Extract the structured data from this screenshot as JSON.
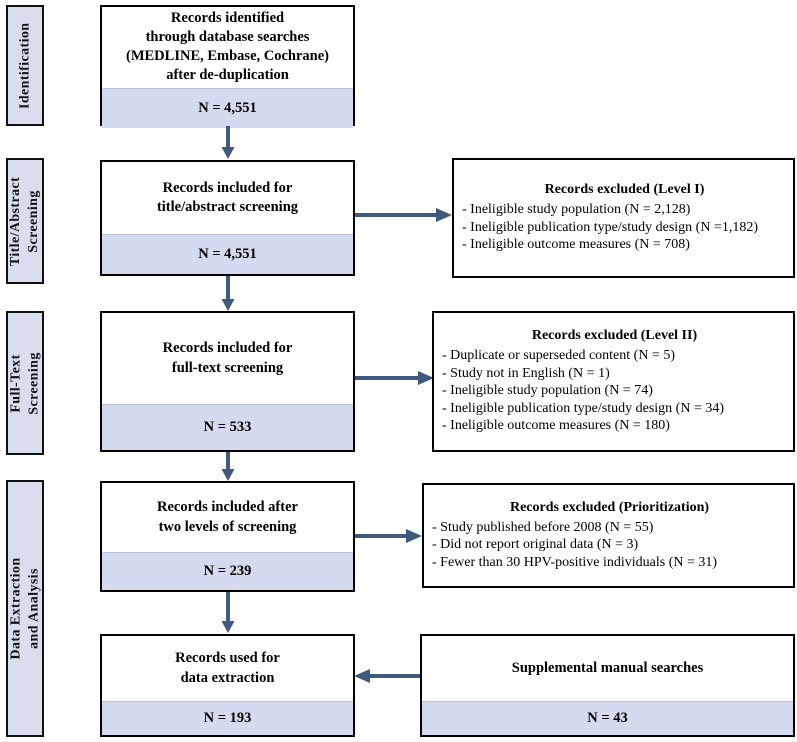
{
  "figure": {
    "type": "prisma-flow-diagram",
    "accent_arrow_color": "#3f5a7d",
    "box_fill": "#ffffff",
    "count_band_fill": "#d5dbef",
    "stage_fill": "#d9dded",
    "border_color": "#000000"
  },
  "stages": [
    {
      "id": "identification",
      "label": "Identification"
    },
    {
      "id": "title-abstract-screening",
      "label": "Title/Abstract\nScreening"
    },
    {
      "id": "full-text-screening",
      "label": "Full-Text\nScreening"
    },
    {
      "id": "data-extraction-analysis",
      "label": "Data Extraction\nand Analysis"
    }
  ],
  "flow_boxes": [
    {
      "id": "records-identified",
      "text": "Records identified\nthrough database searches\n(MEDLINE, Embase, Cochrane)\nafter de-duplication",
      "count": "N = 4,551"
    },
    {
      "id": "records-title-abstract",
      "text": "Records included for\ntitle/abstract screening",
      "count": "N = 4,551"
    },
    {
      "id": "records-full-text",
      "text": "Records included for\nfull-text screening",
      "count": "N = 533"
    },
    {
      "id": "records-after-two-levels",
      "text": "Records included after\ntwo levels of screening",
      "count": "N = 239"
    },
    {
      "id": "records-data-extraction",
      "text": "Records used for\ndata extraction",
      "count": "N = 193"
    },
    {
      "id": "supplemental-manual-searches",
      "text": "Supplemental manual searches",
      "count": "N = 43"
    }
  ],
  "exclusion_boxes": [
    {
      "id": "excluded-level-1",
      "title": "Records excluded (Level I)",
      "items": [
        "- Ineligible study population (N = 2,128)",
        "- Ineligible publication type/study design (N =1,182)",
        "- Ineligible outcome measures (N = 708)"
      ]
    },
    {
      "id": "excluded-level-2",
      "title": "Records excluded (Level II)",
      "items": [
        "- Duplicate or superseded content (N = 5)",
        "- Study not in English (N = 1)",
        "- Ineligible study population (N = 74)",
        "- Ineligible publication type/study design (N = 34)",
        "- Ineligible outcome measures (N = 180)"
      ]
    },
    {
      "id": "excluded-prioritization",
      "title": "Records excluded (Prioritization)",
      "items": [
        "- Study published before 2008 (N = 55)",
        "- Did not report original data (N = 3)",
        "- Fewer than 30 HPV-positive individuals (N = 31)"
      ]
    }
  ]
}
